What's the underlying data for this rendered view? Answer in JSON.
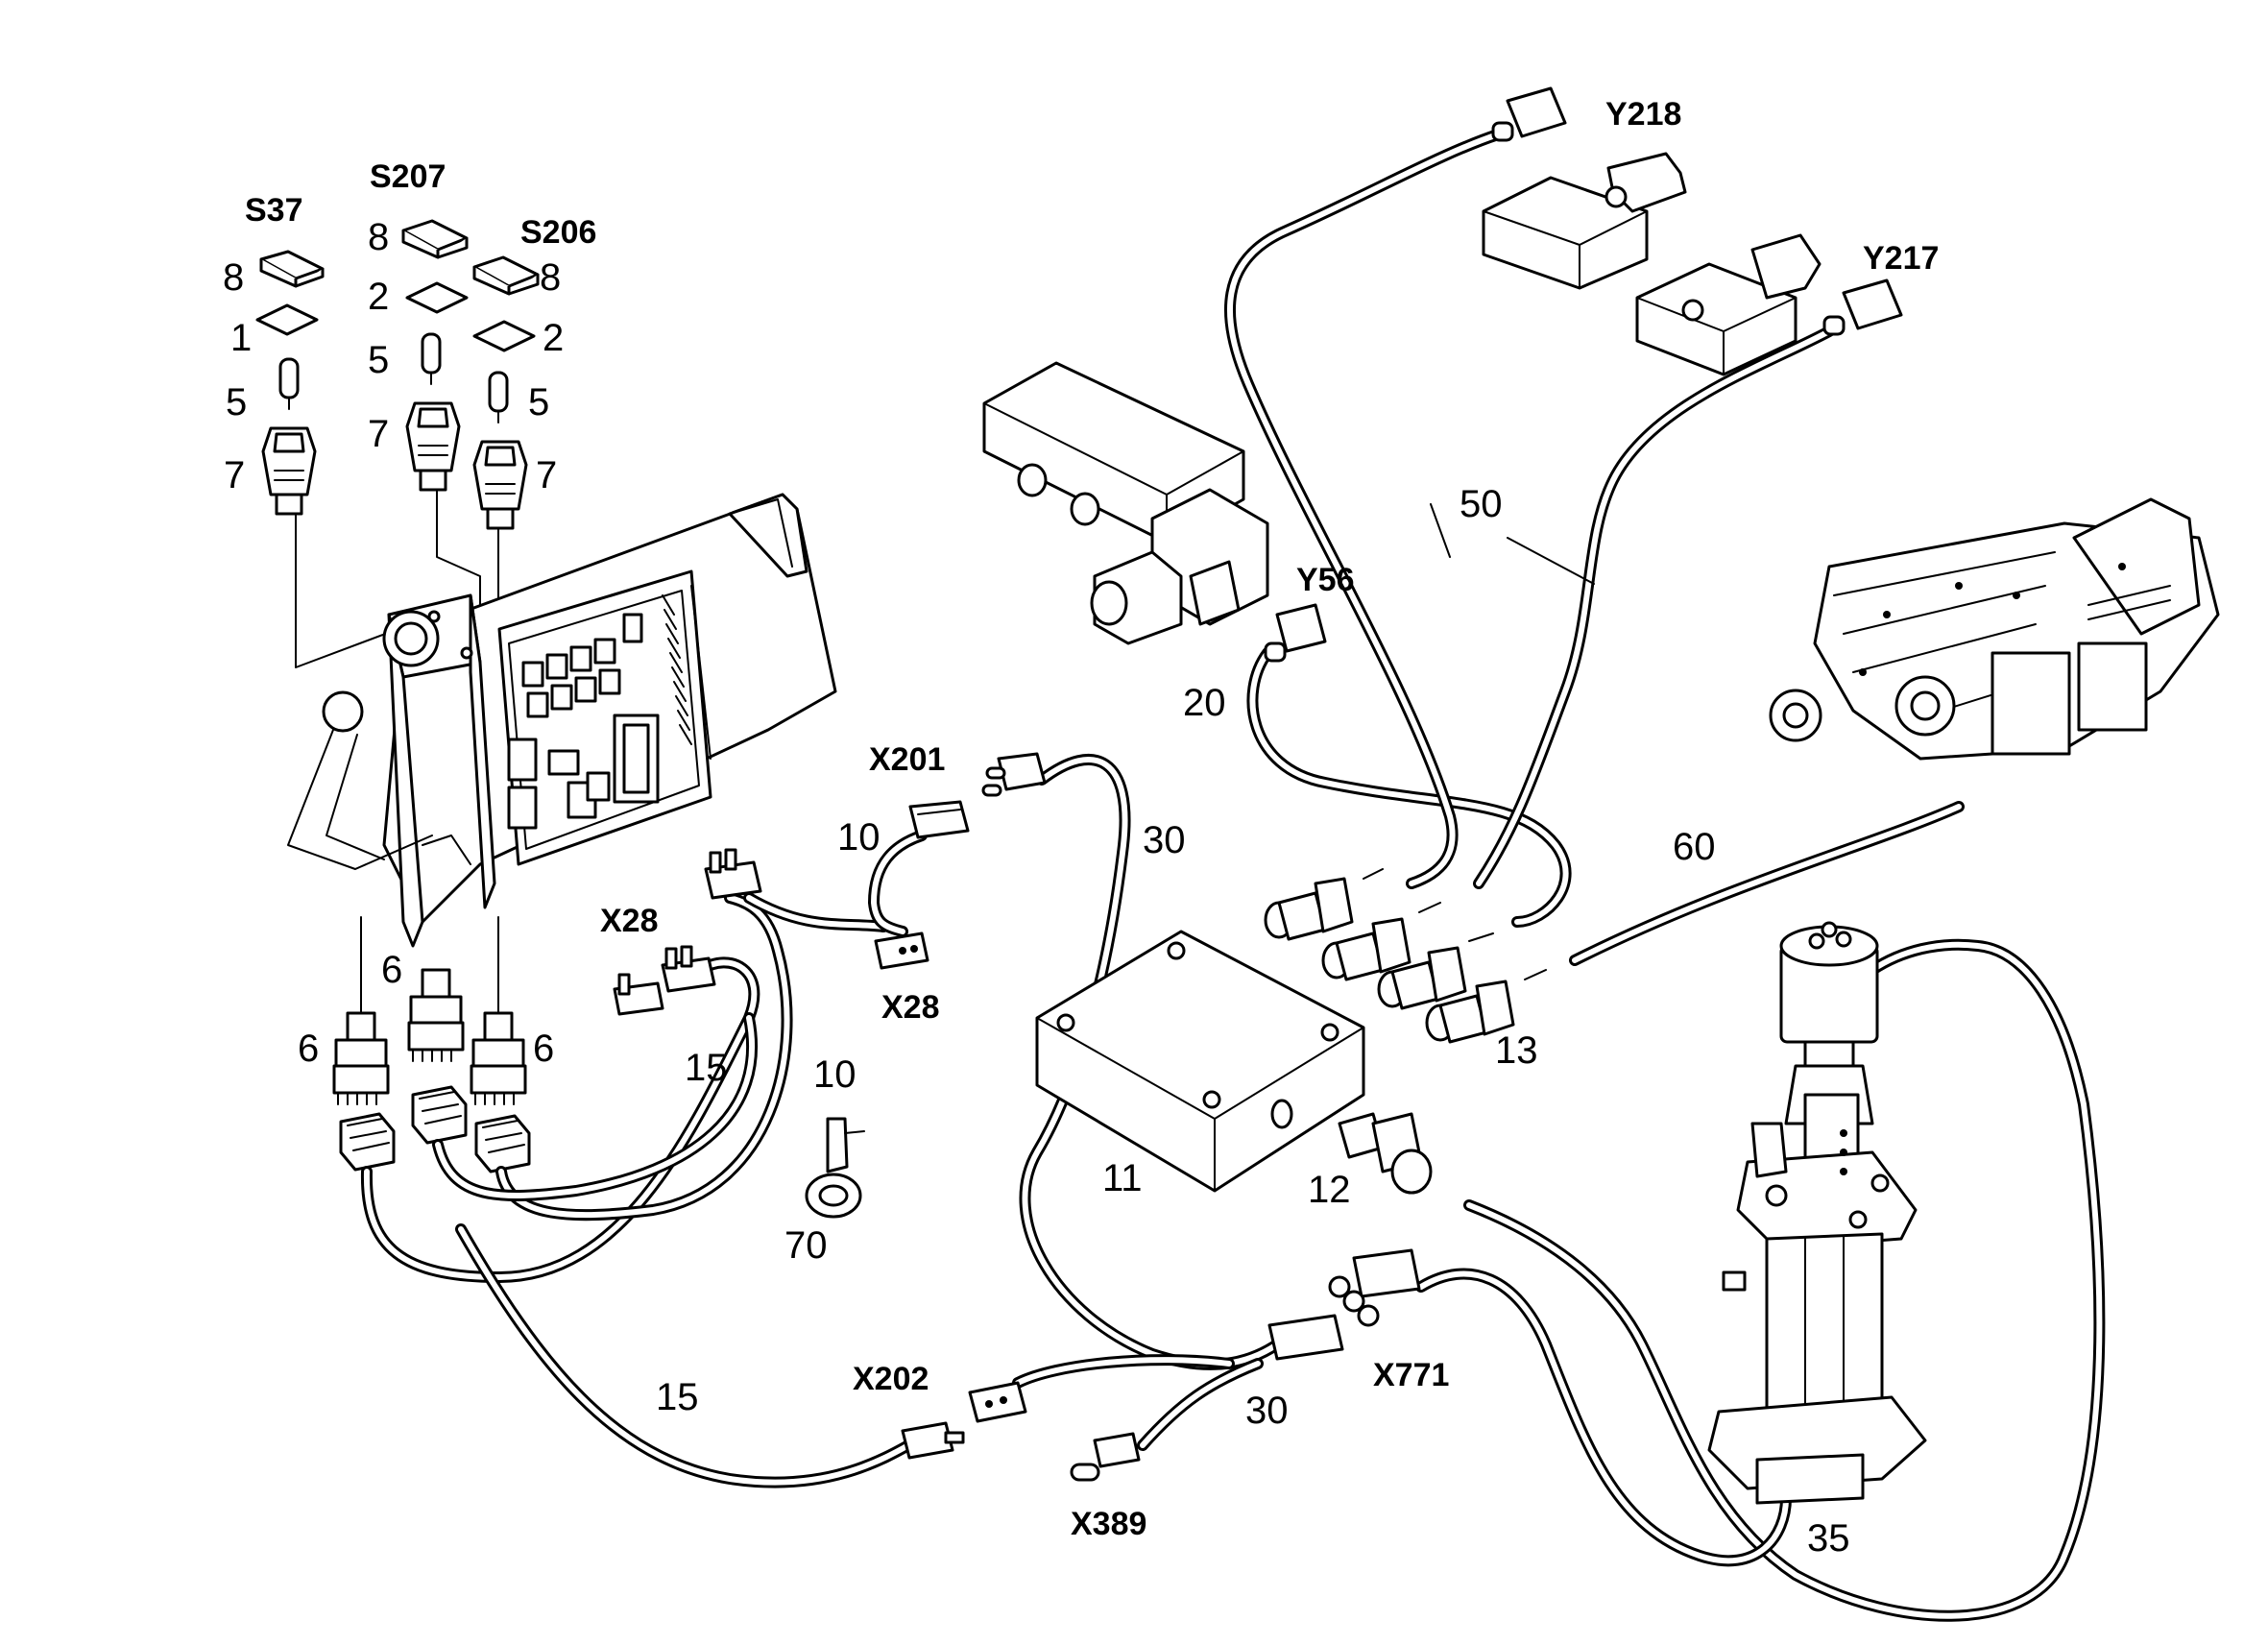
{
  "diagram": {
    "designations": {
      "s37": "S37",
      "s207": "S207",
      "s206": "S206",
      "y218": "Y218",
      "y217": "Y217",
      "y56": "Y56",
      "x201": "X201",
      "x28_top": "X28",
      "x28_bottom": "X28",
      "x202": "X202",
      "x771": "X771",
      "x389": "X389"
    },
    "item_numbers": {
      "s37_cap": "8",
      "s37_lens": "1",
      "s37_bulb": "5",
      "s37_switch": "7",
      "s207_cap": "8",
      "s207_lens": "2",
      "s207_bulb": "5",
      "s207_switch": "7",
      "s206_cap": "8",
      "s206_lens": "2",
      "s206_bulb": "5",
      "s206_switch": "7",
      "plug_left": "6",
      "plug_mid": "6",
      "plug_right": "6",
      "harness_10_top": "10",
      "harness_10_mid": "10",
      "harness_15_mid": "15",
      "harness_15_bottom": "15",
      "harness_20": "20",
      "harness_30_top": "30",
      "harness_30_bottom": "30",
      "harness_50": "50",
      "harness_60": "60",
      "block_11": "11",
      "fitting_12": "12",
      "fittings_13": "13",
      "motor_35": "35",
      "clip_70": "70"
    }
  }
}
